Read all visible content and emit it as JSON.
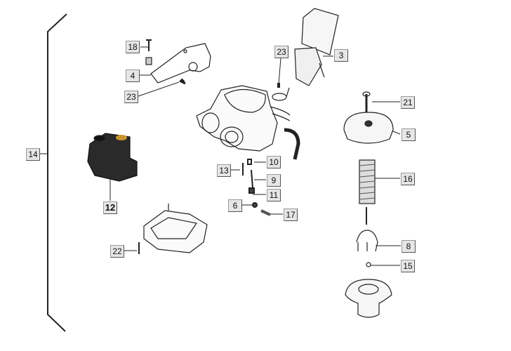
{
  "callouts": [
    {
      "id": "18",
      "part": "18"
    },
    {
      "id": "4",
      "part": "4"
    },
    {
      "id": "23a",
      "part": "23"
    },
    {
      "id": "23b",
      "part": "23"
    },
    {
      "id": "3",
      "part": "3"
    },
    {
      "id": "14",
      "part": "14"
    },
    {
      "id": "12",
      "part": "12"
    },
    {
      "id": "21",
      "part": "21"
    },
    {
      "id": "5",
      "part": "5"
    },
    {
      "id": "16",
      "part": "16"
    },
    {
      "id": "13",
      "part": "13"
    },
    {
      "id": "10",
      "part": "10"
    },
    {
      "id": "9",
      "part": "9"
    },
    {
      "id": "11",
      "part": "11"
    },
    {
      "id": "6",
      "part": "6"
    },
    {
      "id": "17",
      "part": "17"
    },
    {
      "id": "22",
      "part": "22"
    },
    {
      "id": "8",
      "part": "8"
    },
    {
      "id": "15",
      "part": "15"
    }
  ]
}
